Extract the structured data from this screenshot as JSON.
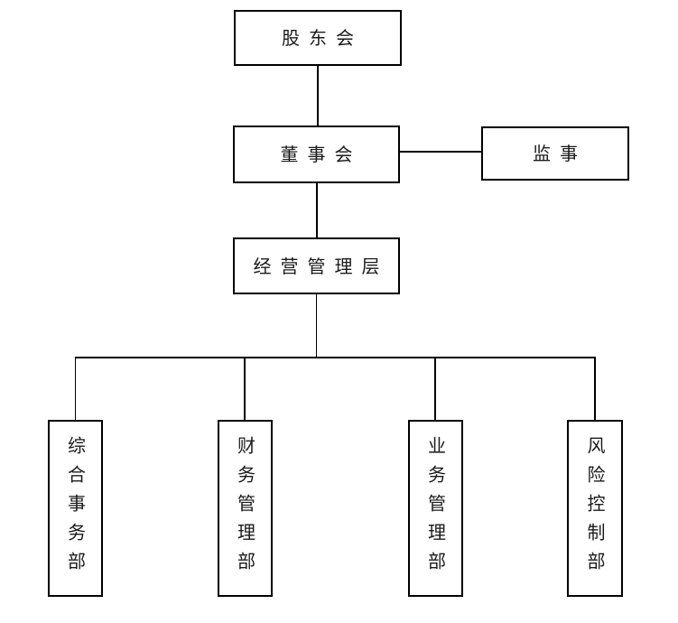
{
  "colors": {
    "background": "#ffffff",
    "line": "#000000",
    "text": "#1a1a1a"
  },
  "org_chart": {
    "nodes": {
      "shareholders": {
        "label": "股东会"
      },
      "board": {
        "label": "董事会"
      },
      "supervisors": {
        "label": "监事"
      },
      "management": {
        "label": "经营管理层"
      }
    },
    "departments": [
      {
        "label": "综合事务部"
      },
      {
        "label": "财务管理部"
      },
      {
        "label": "业务管理部"
      },
      {
        "label": "风险控制部"
      }
    ],
    "edges": [
      {
        "from": "shareholders",
        "to": "board"
      },
      {
        "from": "board",
        "to": "supervisors"
      },
      {
        "from": "board",
        "to": "management"
      },
      {
        "from": "management",
        "to": "departments.0"
      },
      {
        "from": "management",
        "to": "departments.1"
      },
      {
        "from": "management",
        "to": "departments.2"
      },
      {
        "from": "management",
        "to": "departments.3"
      }
    ]
  }
}
